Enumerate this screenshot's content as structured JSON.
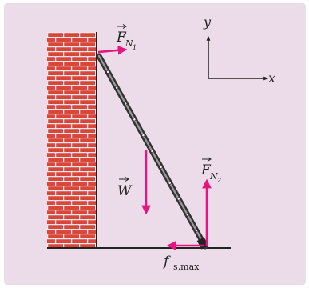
{
  "colors": {
    "panel": "#ecdcea",
    "brick": "#d9473a",
    "mortar": "#f2e6ea",
    "force": "#e6157f",
    "ladder": "#333333",
    "ink": "#222222"
  },
  "axes": {
    "y_label": "y",
    "x_label": "x"
  },
  "forces": {
    "normal_wall": {
      "symbol": "F",
      "subscript": "N",
      "index": "1"
    },
    "weight": {
      "symbol": "W"
    },
    "normal_floor": {
      "symbol": "F",
      "subscript": "N",
      "index": "2"
    },
    "friction": {
      "symbol": "f",
      "subscript": "s,max"
    }
  },
  "icons": [
    "brick-wall",
    "ladder",
    "force-arrow"
  ]
}
